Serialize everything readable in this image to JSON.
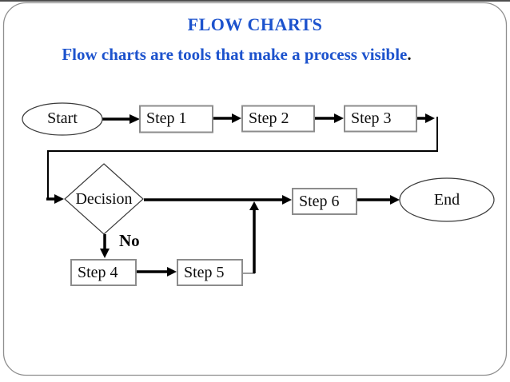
{
  "slide": {
    "title": "FLOW CHARTS",
    "subtitle_text": "Flow charts are tools that make a process visible",
    "subtitle_period": ".",
    "accent_color": "#1d53cd",
    "node_border_gray": "#8c8c8c",
    "shape_outline_dark": "#3a3a3a",
    "arrow_color": "#000000"
  },
  "flowchart": {
    "nodes": [
      {
        "id": "start",
        "shape": "ellipse",
        "label": "Start"
      },
      {
        "id": "step1",
        "shape": "rect",
        "label": "Step 1"
      },
      {
        "id": "step2",
        "shape": "rect",
        "label": "Step 2"
      },
      {
        "id": "step3",
        "shape": "rect",
        "label": "Step 3"
      },
      {
        "id": "decision",
        "shape": "diamond",
        "label": "Decision"
      },
      {
        "id": "step4",
        "shape": "rect",
        "label": "Step 4"
      },
      {
        "id": "step5",
        "shape": "rect",
        "label": "Step 5"
      },
      {
        "id": "step6",
        "shape": "rect",
        "label": "Step 6"
      },
      {
        "id": "end",
        "shape": "ellipse",
        "label": "End"
      }
    ],
    "edge_labels": {
      "no": "No"
    }
  }
}
